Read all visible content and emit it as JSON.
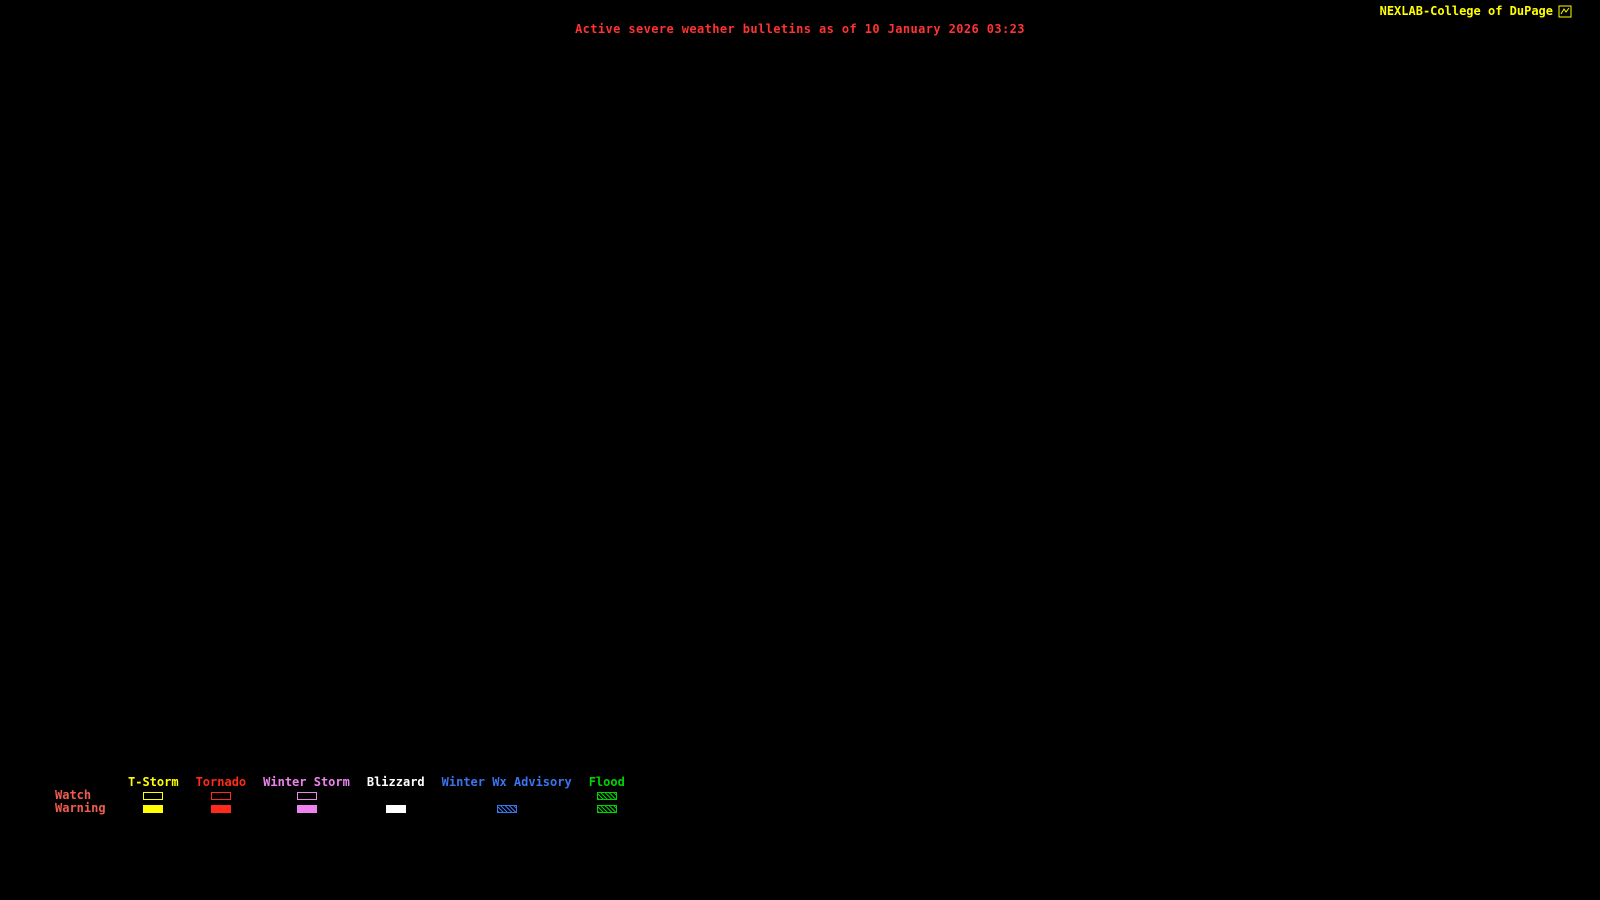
{
  "page": {
    "background": "#000000"
  },
  "header": {
    "title": "Active severe weather bulletins as of 10 January 2026 03:23",
    "title_color": "#ff3333",
    "branding": "NEXLAB-College of DuPage",
    "branding_color": "#ffff00",
    "logo_icon": "cod-logo"
  },
  "legend": {
    "watch_label": "Watch",
    "warning_label": "Warning",
    "row_label_color": "#f25c4f",
    "columns": [
      {
        "label": "T-Storm",
        "color": "#ffff00",
        "watch": "outline",
        "warning": "fill"
      },
      {
        "label": "Tornado",
        "color": "#ff2a1a",
        "watch": "outline",
        "warning": "fill"
      },
      {
        "label": "Winter Storm",
        "color": "#ee82ee",
        "watch": "outline",
        "warning": "fill"
      },
      {
        "label": "Blizzard",
        "color": "#ffffff",
        "watch": "none",
        "warning": "fill"
      },
      {
        "label": "Winter Wx Advisory",
        "color": "#3b74f0",
        "watch": "none",
        "warning": "hatch"
      },
      {
        "label": "Flood",
        "color": "#00d400",
        "watch": "hatch",
        "warning": "hatch"
      }
    ]
  }
}
